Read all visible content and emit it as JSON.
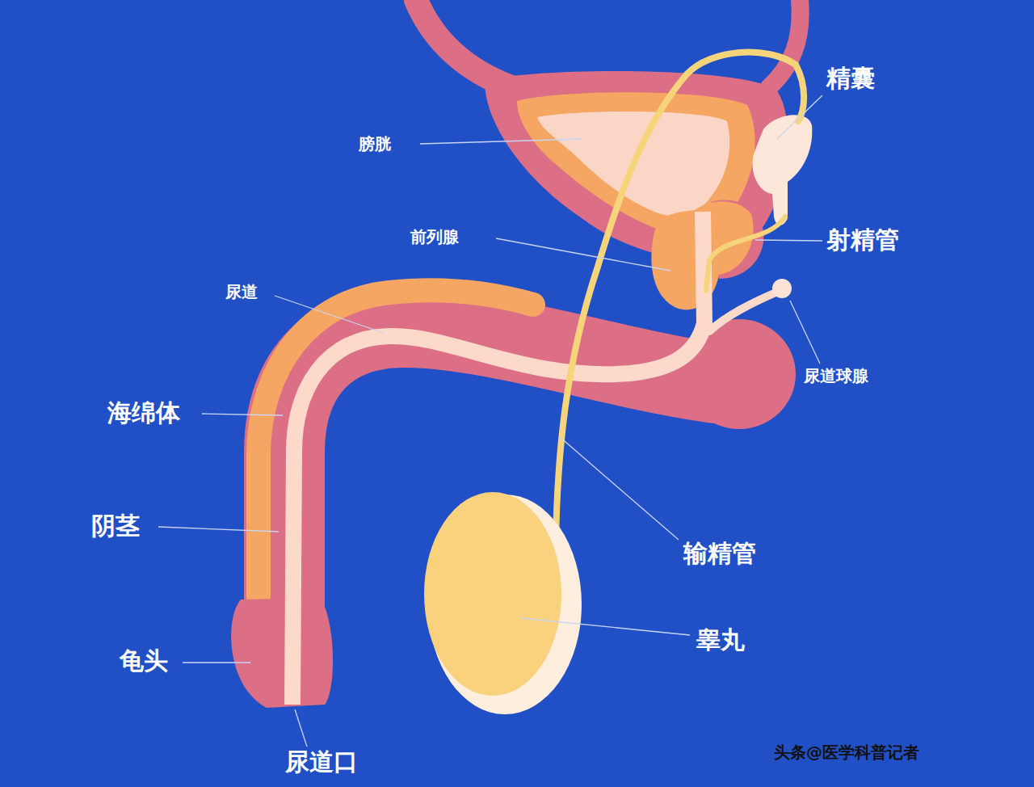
{
  "diagram": {
    "labels": [
      "膀胱",
      "前列腺",
      "尿道",
      "海绵体",
      "阴茎",
      "龟头",
      "尿道口",
      "精囊",
      "射精管",
      "尿道球腺",
      "输精管",
      "睾丸",
      "头条@医学科普记者"
    ]
  }
}
